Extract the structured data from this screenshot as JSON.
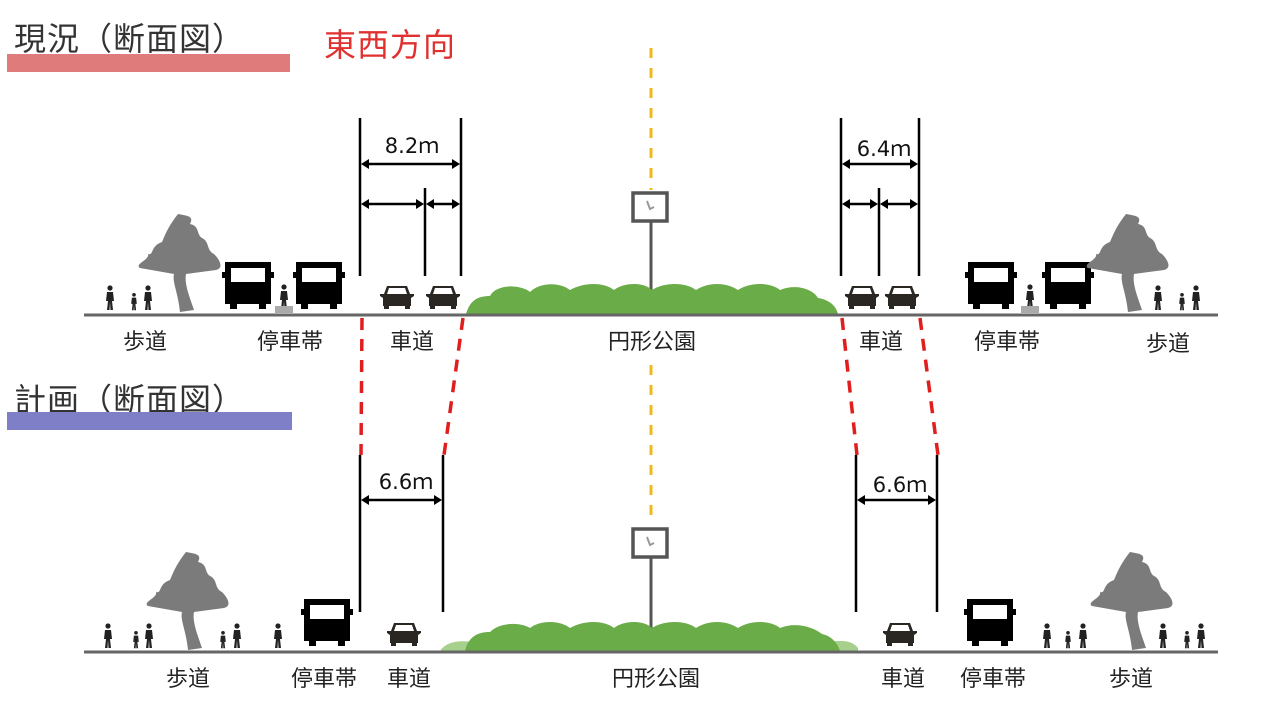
{
  "colors": {
    "current_bar": "#e07b7b",
    "plan_bar": "#7f7fc8",
    "direction_text": "#e03030",
    "hedge": "#6aac48",
    "hedge_light": "#a6d08c",
    "centerline": "#f0b81a",
    "red_dash": "#e01e1e",
    "ground": "#666666"
  },
  "current": {
    "title": "現況（断面図）",
    "direction": "東西方向",
    "left_roadway_width": "8.2ｍ",
    "right_roadway_width": "6.4ｍ",
    "labels": {
      "sidewalk_left": "歩道",
      "parking_left": "停車帯",
      "roadway_left": "車道",
      "park": "円形公園",
      "roadway_right": "車道",
      "parking_right": "停車帯",
      "sidewalk_right": "歩道"
    }
  },
  "plan": {
    "title": "計画（断面図）",
    "left_roadway_width": "6.6ｍ",
    "right_roadway_width": "6.6ｍ",
    "labels": {
      "sidewalk_left": "歩道",
      "parking_left": "停車帯",
      "roadway_left": "車道",
      "park": "円形公園",
      "roadway_right": "車道",
      "parking_right": "停車帯",
      "sidewalk_right": "歩道"
    }
  }
}
